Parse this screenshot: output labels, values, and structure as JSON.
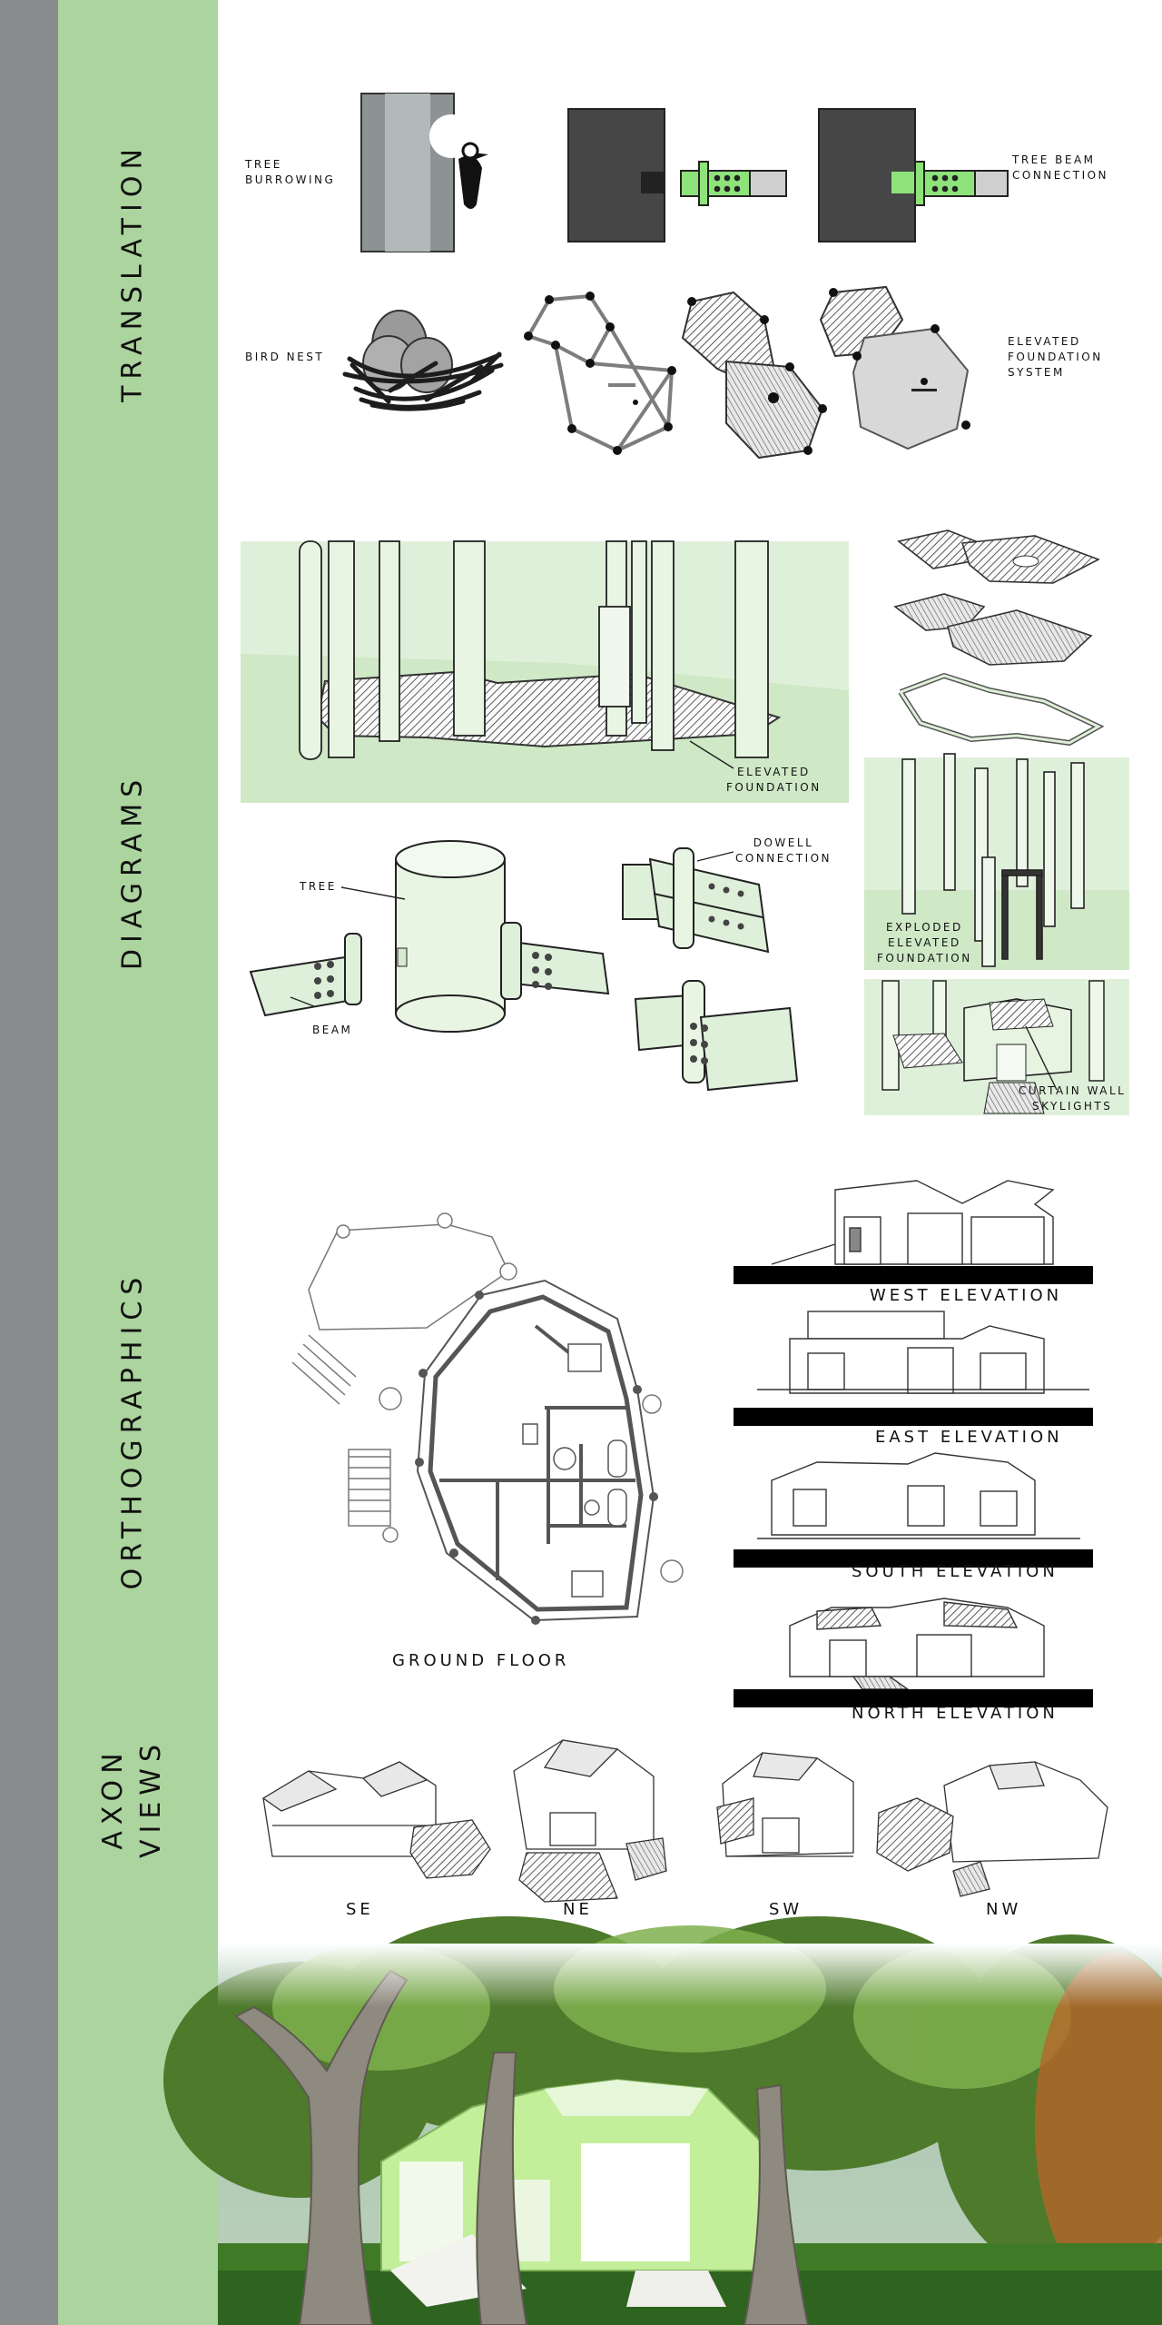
{
  "sections": {
    "translation": "TRANSLATION",
    "diagrams": "DIAGRAMS",
    "orthographics": "ORTHOGRAPHICS",
    "axon_line1": "AXON",
    "axon_line2": "VIEWS"
  },
  "translation": {
    "tree_burrowing": [
      "TREE",
      "BURROWING"
    ],
    "tree_beam_connection": [
      "TREE BEAM",
      "CONNECTION"
    ],
    "bird_nest": "BIRD NEST",
    "elevated_foundation_system": [
      "ELEVATED",
      "FOUNDATION",
      "SYSTEM"
    ]
  },
  "diagrams": {
    "elevated_foundation": [
      "ELEVATED",
      "FOUNDATION"
    ],
    "tree": "TREE",
    "beam": "BEAM",
    "dowell_connection": [
      "DOWELL",
      "CONNECTION"
    ],
    "exploded_elevated_foundation": [
      "EXPLODED",
      "ELEVATED",
      "FOUNDATION"
    ],
    "curtain_wall_skylights": [
      "CURTAIN WALL",
      "SKYLIGHTS"
    ]
  },
  "orthographics": {
    "ground_floor": "GROUND FLOOR",
    "west_elevation": "WEST ELEVATION",
    "east_elevation": "EAST ELEVATION",
    "south_elevation": "SOUTH ELEVATION",
    "north_elevation": "NORTH ELEVATION"
  },
  "axon": {
    "views": [
      "SE",
      "NE",
      "SW",
      "NW"
    ]
  },
  "colors": {
    "sidebar_grey": "#8a8d8e",
    "sidebar_green": "#acd49e",
    "diagram_green": "#dff0da",
    "accent_green": "#8ee27a",
    "dark_grey": "#4a4a4a"
  }
}
